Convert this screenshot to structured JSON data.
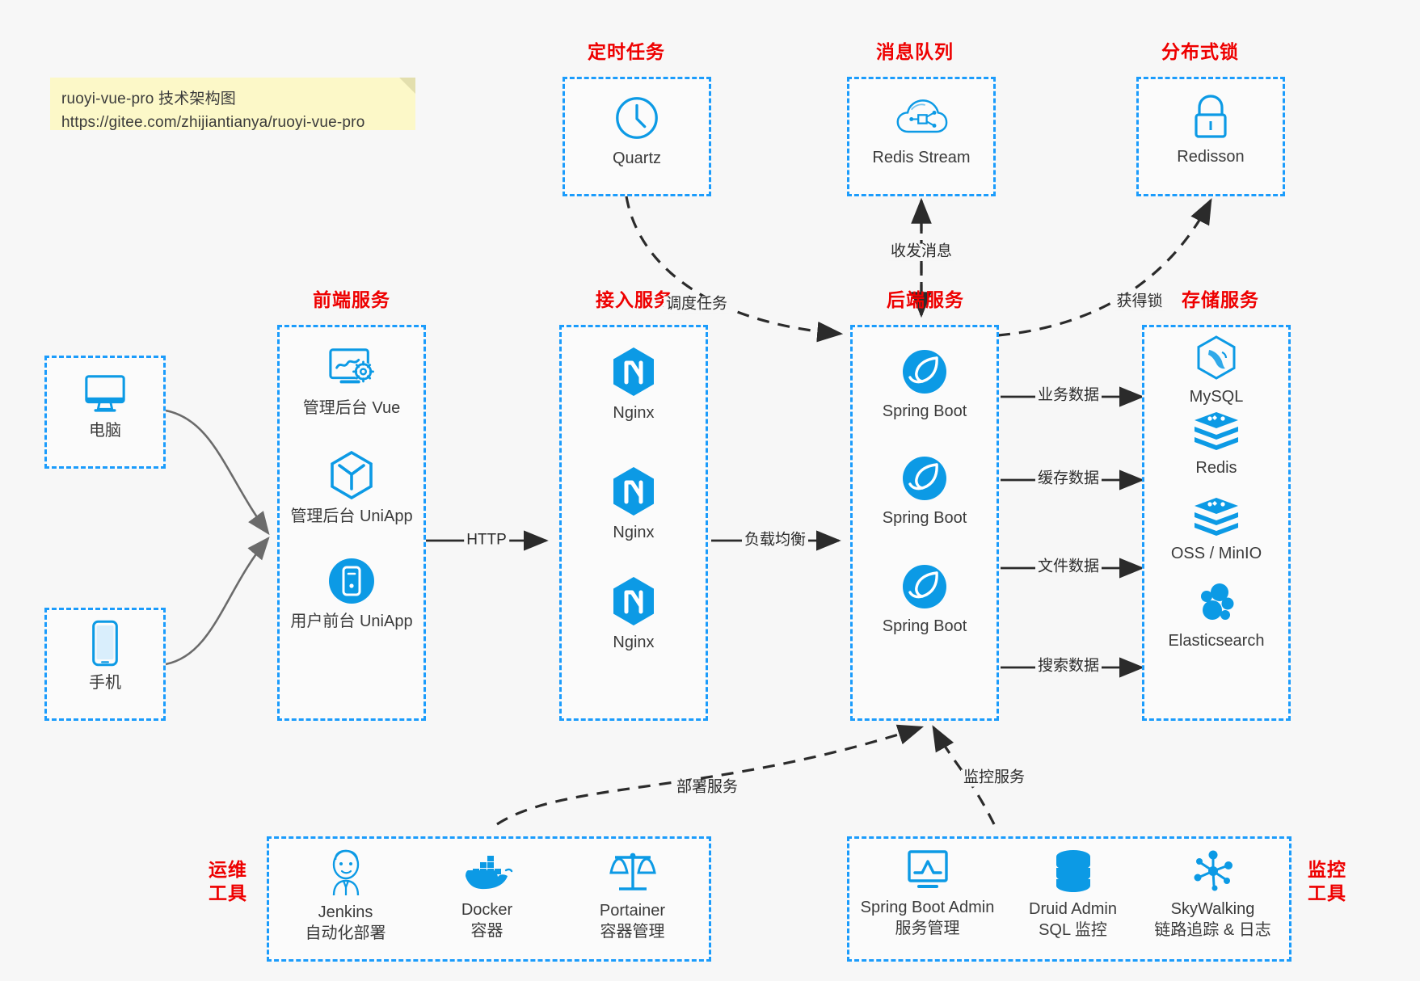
{
  "note": {
    "line1": "ruoyi-vue-pro 技术架构图",
    "line2": "https://gitee.com/zhijiantianya/ruoyi-vue-pro"
  },
  "colors": {
    "accent_blue": "#1b9cfc",
    "icon_blue": "#0c9ae5",
    "title_red": "#ee0000",
    "text_gray": "#3b3b3b",
    "background": "#f7f7f7"
  },
  "groups": {
    "scheduler": {
      "title": "定时任务",
      "items": [
        {
          "label": "Quartz",
          "icon": "clock-icon"
        }
      ]
    },
    "mq": {
      "title": "消息队列",
      "items": [
        {
          "label": "Redis Stream",
          "icon": "cloud-network-icon"
        }
      ]
    },
    "lock": {
      "title": "分布式锁",
      "items": [
        {
          "label": "Redisson",
          "icon": "lock-icon"
        }
      ]
    },
    "clients": {
      "items": [
        {
          "label": "电脑",
          "icon": "desktop-monitor-icon"
        },
        {
          "label": "手机",
          "icon": "mobile-phone-icon"
        }
      ]
    },
    "frontend": {
      "title": "前端服务",
      "items": [
        {
          "label": "管理后台 Vue",
          "icon": "monitor-gear-icon"
        },
        {
          "label": "管理后台 UniApp",
          "icon": "hexagon-cube-icon"
        },
        {
          "label": "用户前台 UniApp",
          "icon": "phone-circle-icon"
        }
      ]
    },
    "gateway": {
      "title": "接入服务",
      "items": [
        {
          "label": "Nginx",
          "icon": "nginx-icon"
        },
        {
          "label": "Nginx",
          "icon": "nginx-icon"
        },
        {
          "label": "Nginx",
          "icon": "nginx-icon"
        }
      ]
    },
    "backend": {
      "title": "后端服务",
      "items": [
        {
          "label": "Spring Boot",
          "icon": "spring-boot-icon"
        },
        {
          "label": "Spring Boot",
          "icon": "spring-boot-icon"
        },
        {
          "label": "Spring Boot",
          "icon": "spring-boot-icon"
        }
      ]
    },
    "storage": {
      "title": "存储服务",
      "items": [
        {
          "label": "MySQL",
          "icon": "mysql-dolphin-icon"
        },
        {
          "label": "Redis",
          "icon": "redis-stack-icon"
        },
        {
          "label": "OSS / MinIO",
          "icon": "object-storage-icon"
        },
        {
          "label": "Elasticsearch",
          "icon": "elasticsearch-icon"
        }
      ]
    },
    "devops": {
      "title": "运维\n工具",
      "title_lines": [
        "运维",
        "工具"
      ],
      "items": [
        {
          "label": "Jenkins",
          "sublabel": "自动化部署",
          "icon": "jenkins-butler-icon"
        },
        {
          "label": "Docker",
          "sublabel": "容器",
          "icon": "docker-whale-icon"
        },
        {
          "label": "Portainer",
          "sublabel": "容器管理",
          "icon": "scales-icon"
        }
      ]
    },
    "monitoring": {
      "title_lines": [
        "监控",
        "工具"
      ],
      "items": [
        {
          "label": "Spring Boot Admin",
          "sublabel": "服务管理",
          "icon": "monitor-chart-icon"
        },
        {
          "label": "Druid Admin",
          "sublabel": "SQL 监控",
          "icon": "database-cylinder-icon"
        },
        {
          "label": "SkyWalking",
          "sublabel": "链路追踪 & 日志",
          "icon": "network-star-icon"
        }
      ]
    }
  },
  "edges": [
    {
      "id": "http",
      "label": "HTTP"
    },
    {
      "id": "load-balance",
      "label": "负载均衡"
    },
    {
      "id": "schedule-task",
      "label": "调度任务"
    },
    {
      "id": "send-receive-message",
      "label": "收发消息"
    },
    {
      "id": "acquire-lock",
      "label": "获得锁"
    },
    {
      "id": "business-data",
      "label": "业务数据"
    },
    {
      "id": "cache-data",
      "label": "缓存数据"
    },
    {
      "id": "file-data",
      "label": "文件数据"
    },
    {
      "id": "search-data",
      "label": "搜索数据"
    },
    {
      "id": "deploy-service",
      "label": "部署服务"
    },
    {
      "id": "monitor-service",
      "label": "监控服务"
    }
  ]
}
